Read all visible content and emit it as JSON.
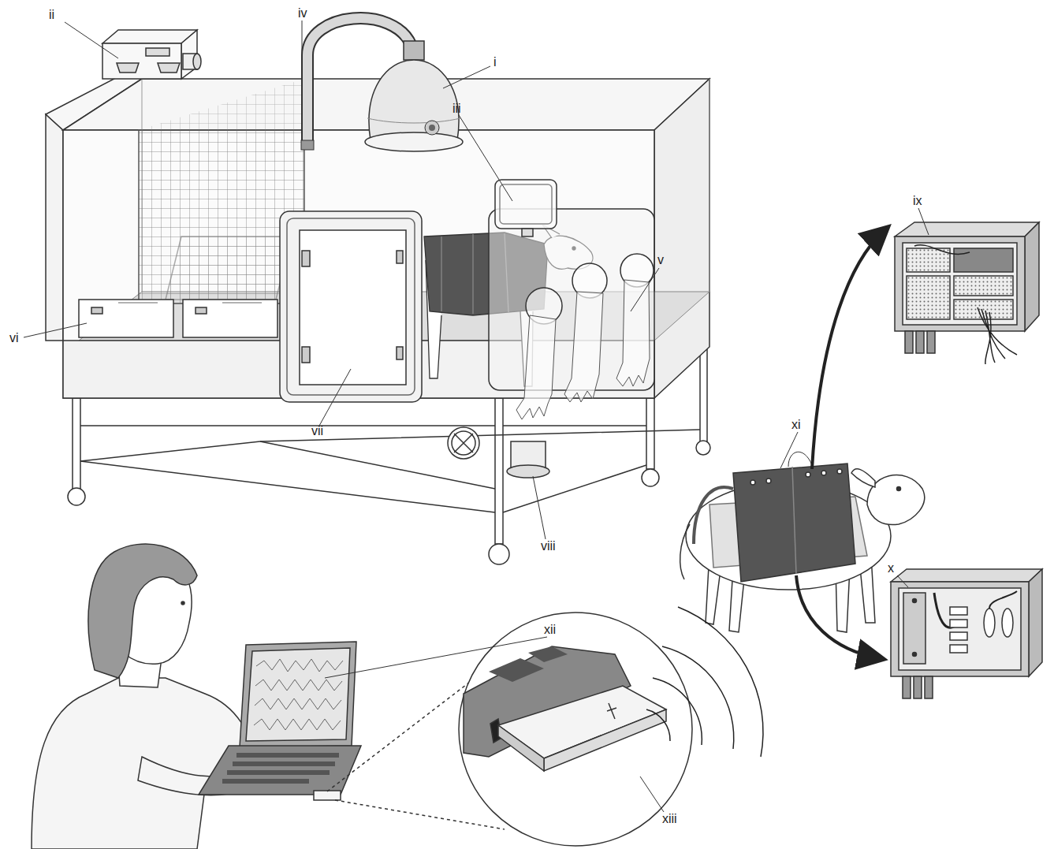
{
  "diagram": {
    "labels": [
      "i",
      "ii",
      "iii",
      "iv",
      "v",
      "vi",
      "vii",
      "viii",
      "ix",
      "x",
      "xi",
      "xii",
      "xiii"
    ]
  }
}
